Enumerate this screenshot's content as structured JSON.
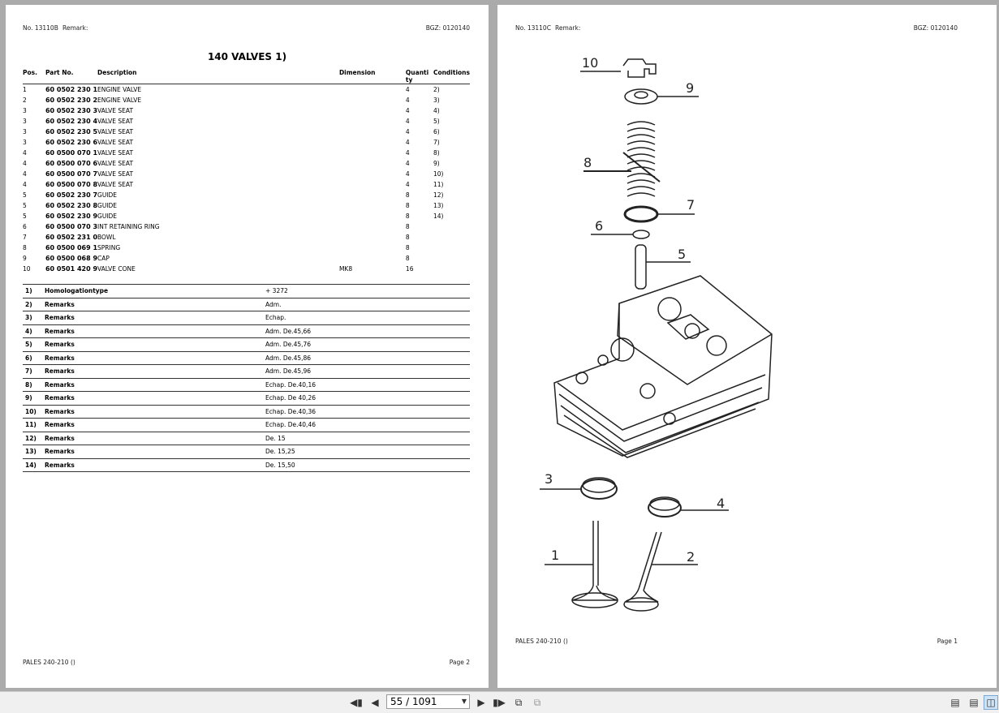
{
  "left_page": {
    "header_no": "No. 13110B",
    "header_remark": "Remark:",
    "header_bgz": "BGZ: 0120140",
    "title": "140 VALVES  1)",
    "columns": [
      "Pos.",
      "Part No.",
      "Description",
      "Dimension",
      "Quanti ty",
      "Conditions"
    ],
    "rows": [
      {
        "pos": "1",
        "part": "60 0502 230 1",
        "desc": "ENGINE VALVE",
        "dim": "",
        "qty": "4",
        "cond": "2)"
      },
      {
        "pos": "2",
        "part": "60 0502 230 2",
        "desc": "ENGINE VALVE",
        "dim": "",
        "qty": "4",
        "cond": "3)"
      },
      {
        "pos": "3",
        "part": "60 0502 230 3",
        "desc": "VALVE SEAT",
        "dim": "",
        "qty": "4",
        "cond": "4)"
      },
      {
        "pos": "3",
        "part": "60 0502 230 4",
        "desc": "VALVE SEAT",
        "dim": "",
        "qty": "4",
        "cond": "5)"
      },
      {
        "pos": "3",
        "part": "60 0502 230 5",
        "desc": "VALVE SEAT",
        "dim": "",
        "qty": "4",
        "cond": "6)"
      },
      {
        "pos": "3",
        "part": "60 0502 230 6",
        "desc": "VALVE SEAT",
        "dim": "",
        "qty": "4",
        "cond": "7)"
      },
      {
        "pos": "4",
        "part": "60 0500 070 1",
        "desc": "VALVE SEAT",
        "dim": "",
        "qty": "4",
        "cond": "8)"
      },
      {
        "pos": "4",
        "part": "60 0500 070 6",
        "desc": "VALVE SEAT",
        "dim": "",
        "qty": "4",
        "cond": "9)"
      },
      {
        "pos": "4",
        "part": "60 0500 070 7",
        "desc": "VALVE SEAT",
        "dim": "",
        "qty": "4",
        "cond": "10)"
      },
      {
        "pos": "4",
        "part": "60 0500 070 8",
        "desc": "VALVE SEAT",
        "dim": "",
        "qty": "4",
        "cond": "11)"
      },
      {
        "pos": "5",
        "part": "60 0502 230 7",
        "desc": "GUIDE",
        "dim": "",
        "qty": "8",
        "cond": "12)"
      },
      {
        "pos": "5",
        "part": "60 0502 230 8",
        "desc": "GUIDE",
        "dim": "",
        "qty": "8",
        "cond": "13)"
      },
      {
        "pos": "5",
        "part": "60 0502 230 9",
        "desc": "GUIDE",
        "dim": "",
        "qty": "8",
        "cond": "14)"
      },
      {
        "pos": "6",
        "part": "60 0500 070 3",
        "desc": "INT RETAINING RING",
        "dim": "",
        "qty": "8",
        "cond": ""
      },
      {
        "pos": "7",
        "part": "60 0502 231 0",
        "desc": "BOWL",
        "dim": "",
        "qty": "8",
        "cond": ""
      },
      {
        "pos": "8",
        "part": "60 0500 069 1",
        "desc": "SPRING",
        "dim": "",
        "qty": "8",
        "cond": ""
      },
      {
        "pos": "9",
        "part": "60 0500 068 9",
        "desc": "CAP",
        "dim": "",
        "qty": "8",
        "cond": ""
      },
      {
        "pos": "10",
        "part": "60 0501 420 9",
        "desc": "VALVE CONE",
        "dim": "MK8",
        "qty": "16",
        "cond": ""
      }
    ],
    "remarks": [
      {
        "num": "1)",
        "label": "Homologationtype",
        "value": "+ 3272"
      },
      {
        "num": "2)",
        "label": "Remarks",
        "value": "Adm."
      },
      {
        "num": "3)",
        "label": "Remarks",
        "value": "Echap."
      },
      {
        "num": "4)",
        "label": "Remarks",
        "value": "Adm. De.45,66"
      },
      {
        "num": "5)",
        "label": "Remarks",
        "value": "Adm. De.45,76"
      },
      {
        "num": "6)",
        "label": "Remarks",
        "value": "Adm. De.45,86"
      },
      {
        "num": "7)",
        "label": "Remarks",
        "value": "Adm. De.45,96"
      },
      {
        "num": "8)",
        "label": "Remarks",
        "value": "Echap. De.40,16"
      },
      {
        "num": "9)",
        "label": "Remarks",
        "value": "Echap. De 40,26"
      },
      {
        "num": "10)",
        "label": "Remarks",
        "value": "Echap. De.40,36"
      },
      {
        "num": "11)",
        "label": "Remarks",
        "value": "Echap. De.40,46"
      },
      {
        "num": "12)",
        "label": "Remarks",
        "value": "De. 15"
      },
      {
        "num": "13)",
        "label": "Remarks",
        "value": "De. 15,25"
      },
      {
        "num": "14)",
        "label": "Remarks",
        "value": "De. 15,50"
      }
    ],
    "footer_left": "PALES 240-210 ()",
    "footer_right": "Page 2"
  },
  "right_page": {
    "header_no": "No. 13110C",
    "header_remark": "Remark:",
    "header_bgz": "BGZ: 0120140",
    "diagram_labels": [
      "10",
      "9",
      "8",
      "7",
      "6",
      "5",
      "3",
      "4",
      "1",
      "2"
    ],
    "footer_left": "PALES 240-210 ()",
    "footer_right": "Page 1"
  },
  "toolbar": {
    "page_indicator": "55 / 1091",
    "icons": [
      "first-page-icon",
      "prev-page-icon",
      "next-page-icon",
      "last-page-icon",
      "rotate-icon",
      "copy-icon",
      "single-page-icon",
      "continuous-page-icon",
      "two-page-icon"
    ]
  }
}
